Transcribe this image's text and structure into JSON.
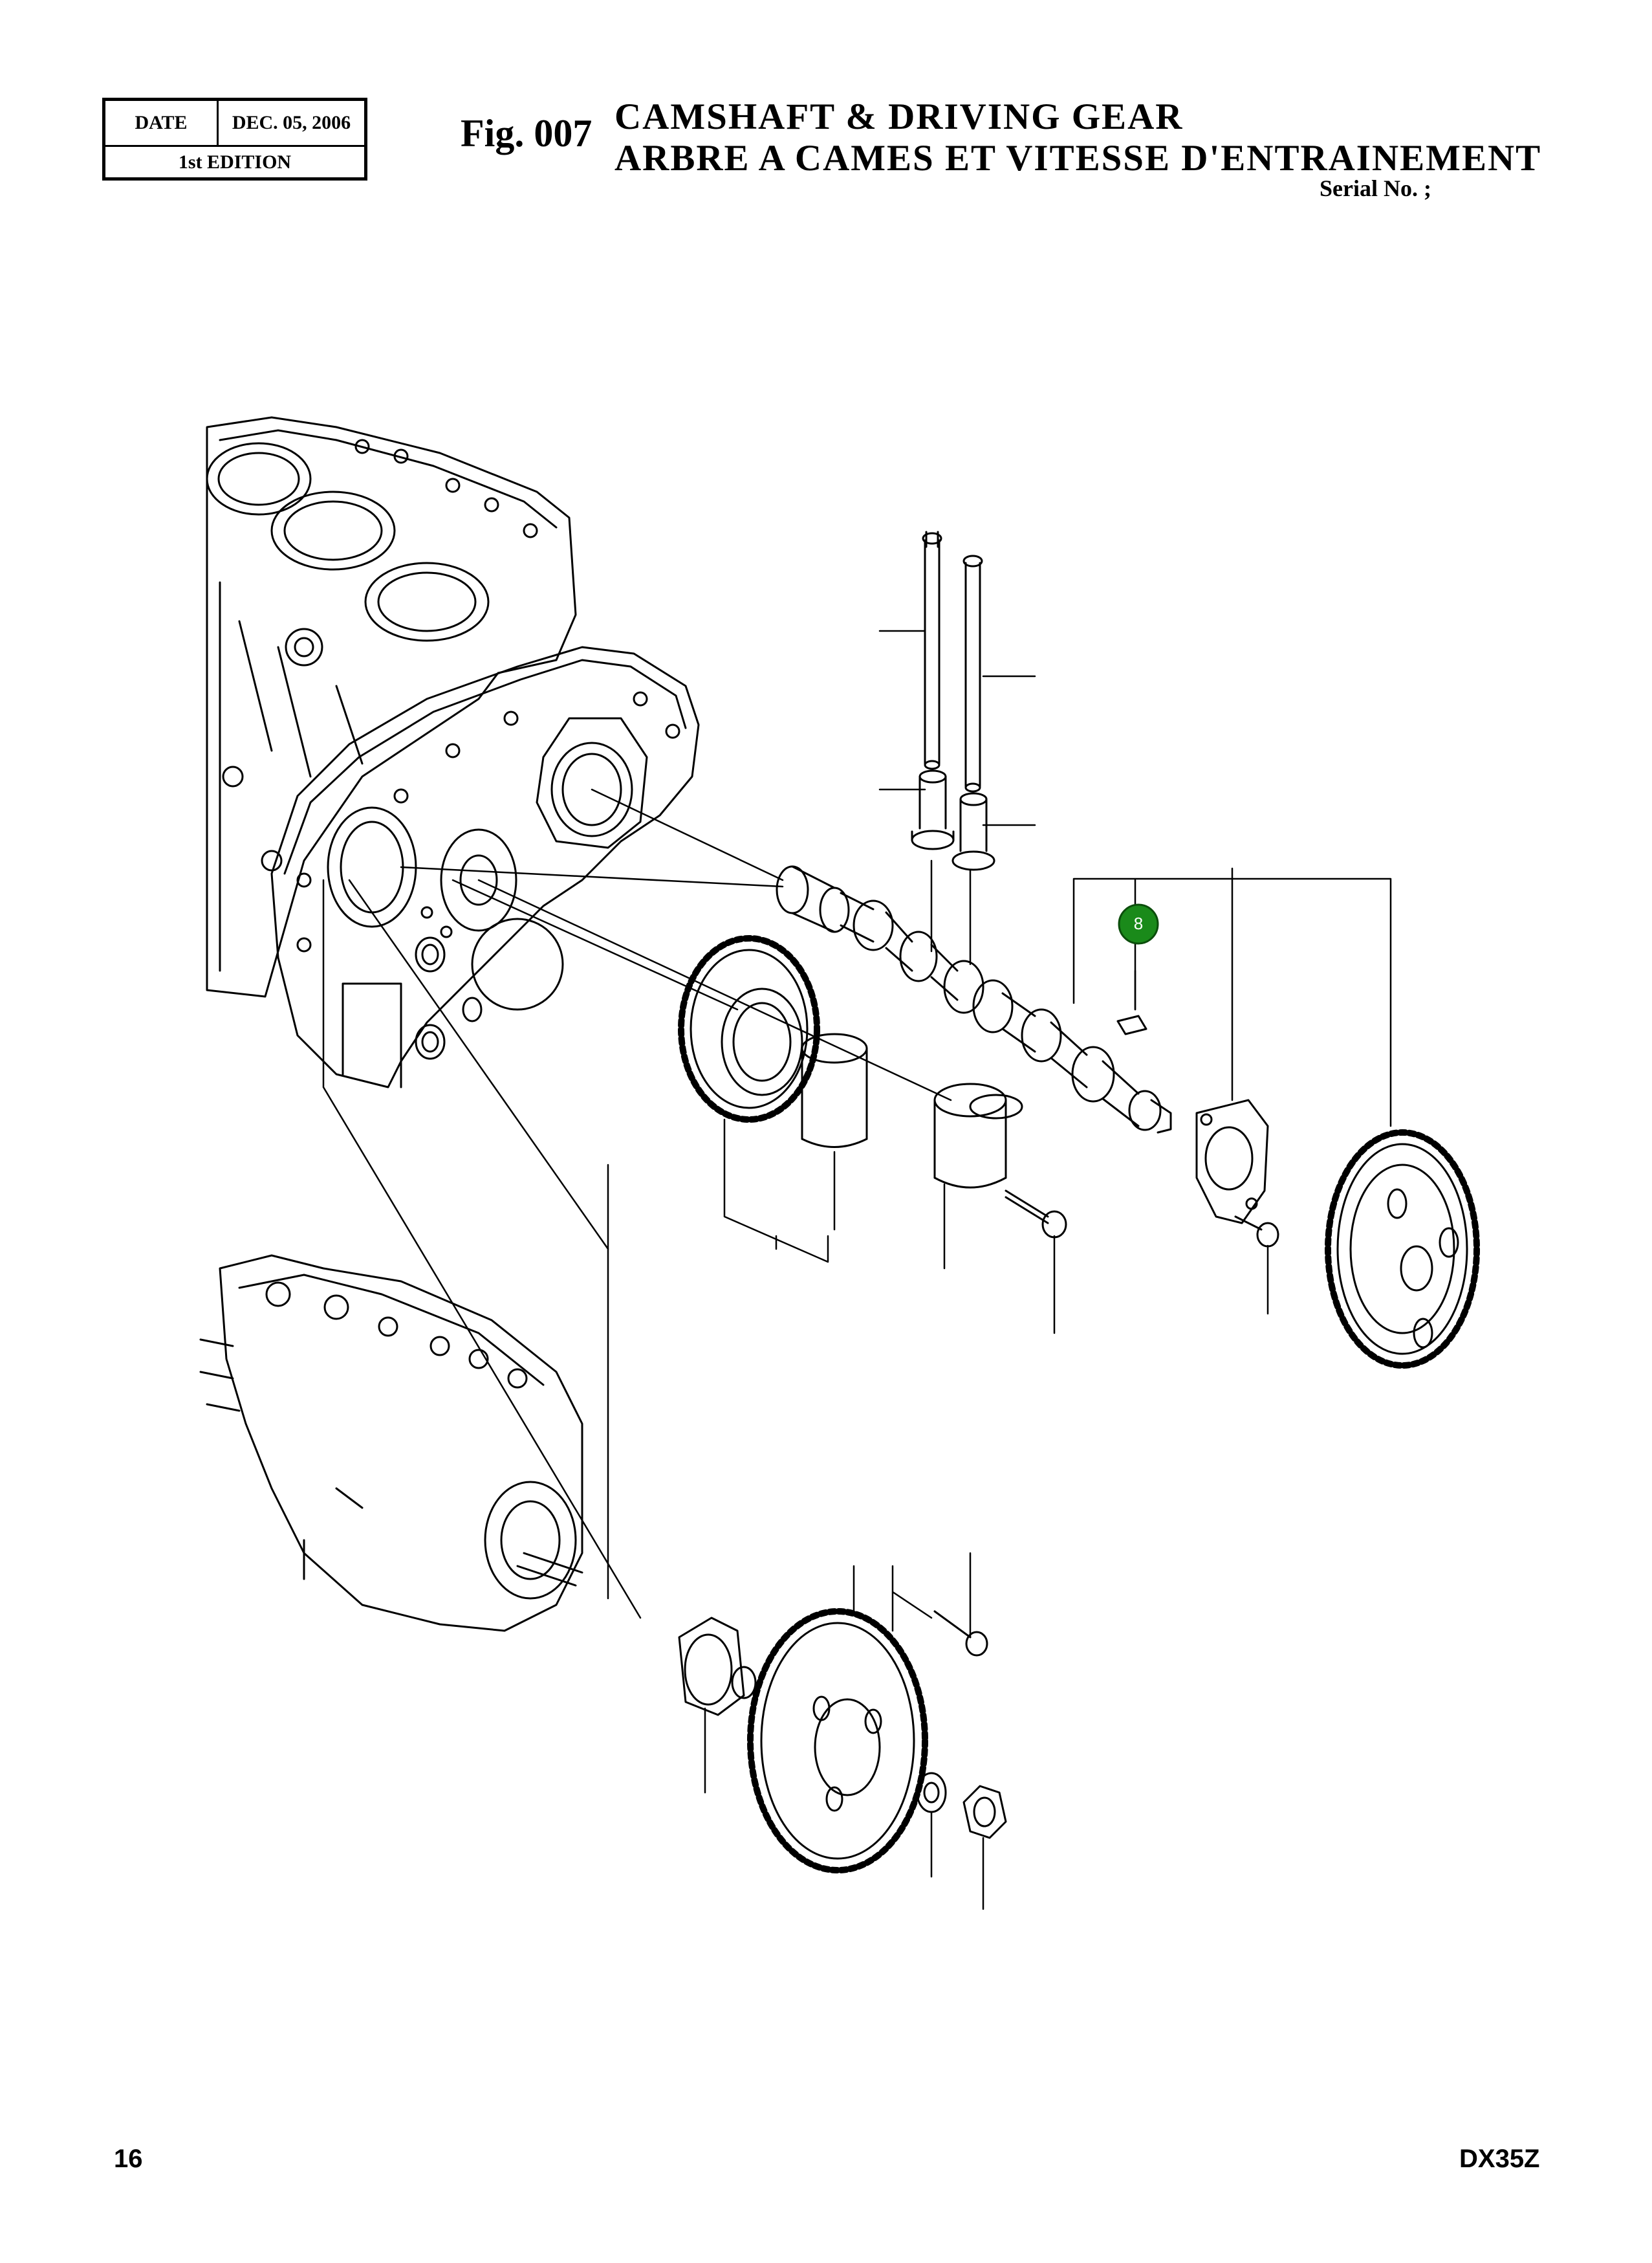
{
  "header": {
    "date_label": "DATE",
    "date_value": "DEC. 05, 2006",
    "edition": "1st EDITION",
    "fig_number": "Fig. 007",
    "title_en": "CAMSHAFT & DRIVING GEAR",
    "title_fr": "ARBRE A CAMES ET VITESSE D'ENTRAINEMENT",
    "serial": "Serial No. ;"
  },
  "callout": {
    "number": "8",
    "color": "#1a8a1a"
  },
  "footer": {
    "page_number": "16",
    "model": "DX35Z"
  }
}
